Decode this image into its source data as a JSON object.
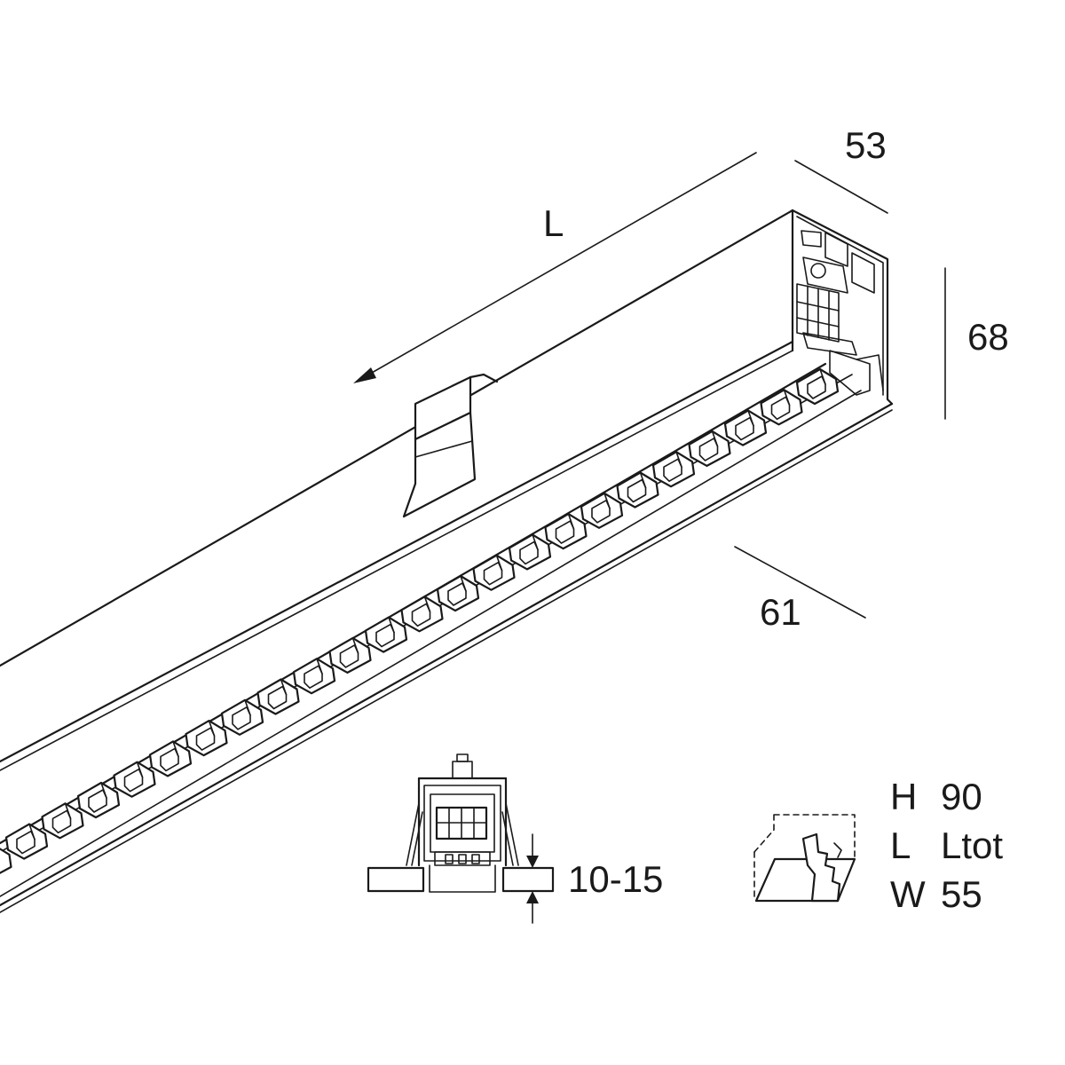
{
  "dimensions": {
    "length": "L",
    "depth_top": "53",
    "height": "68",
    "width_bottom": "61",
    "ceiling_thickness": "10-15"
  },
  "cutout": {
    "rows": [
      {
        "key": "H",
        "value": "90"
      },
      {
        "key": "L",
        "value": "Ltot"
      },
      {
        "key": "W",
        "value": "55"
      }
    ]
  },
  "colors": {
    "line": "#1a1a1a",
    "background": "#ffffff"
  }
}
